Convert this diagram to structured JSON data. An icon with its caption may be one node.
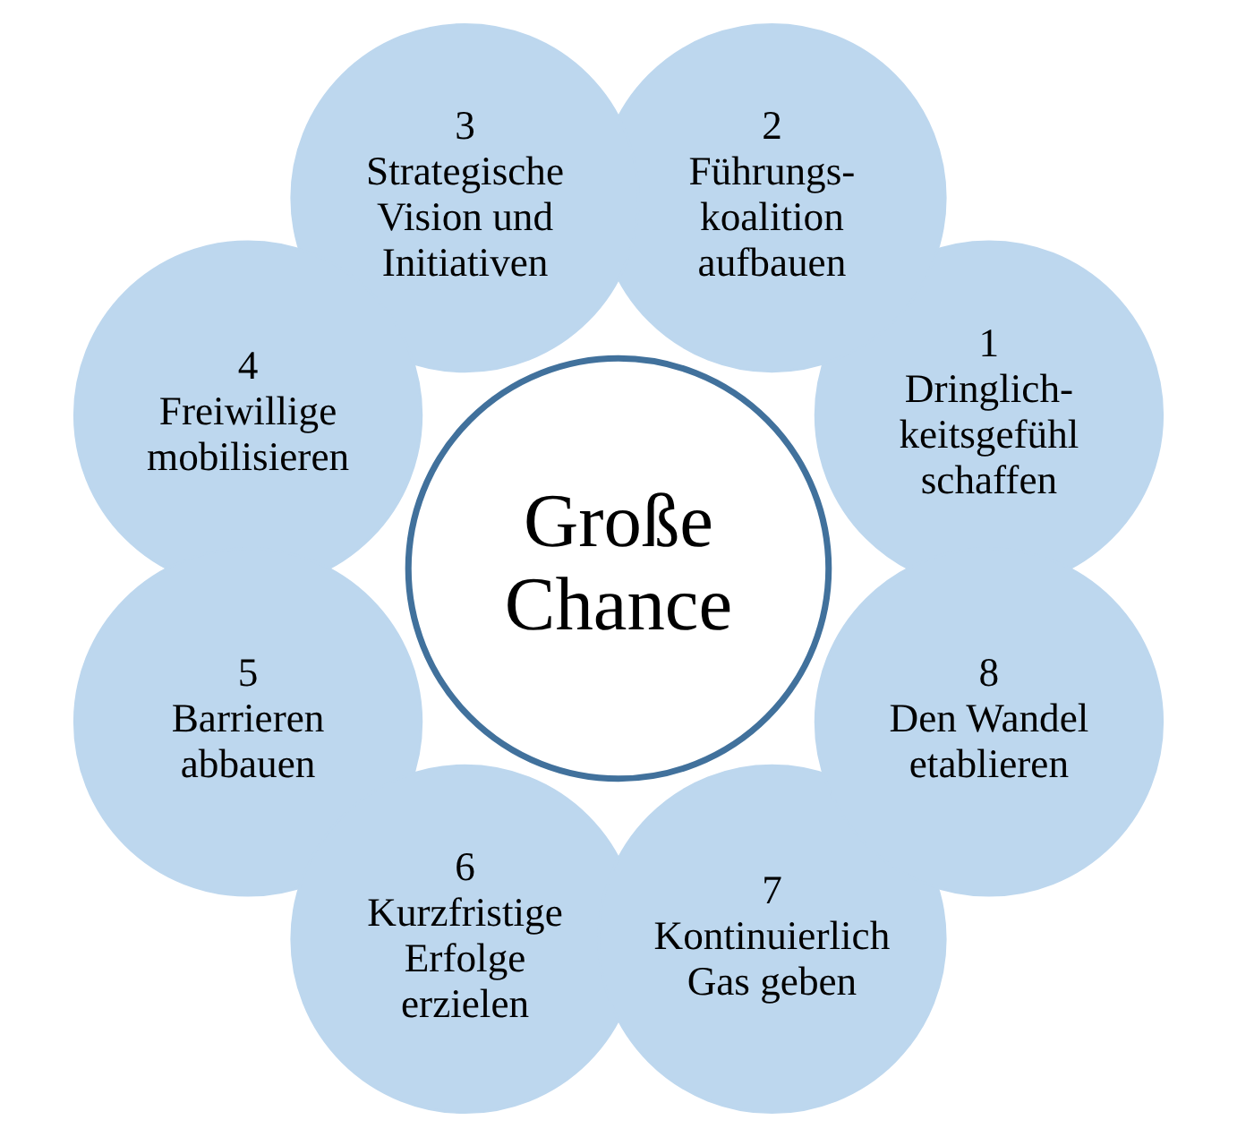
{
  "diagram": {
    "nodes": [
      {
        "text": [
          "Große Chance"
        ]
      },
      {
        "text": [
          "1",
          "Dringlich- keitsgefühl schaffen"
        ]
      },
      {
        "text": [
          "2",
          "Führungs- koalition aufbauen"
        ]
      },
      {
        "text": [
          "3",
          "Strategische Vision und Initiativen"
        ]
      },
      {
        "text": [
          "4",
          "Freiwillige mobilisieren"
        ]
      },
      {
        "text": [
          "5",
          "Barrieren abbauen"
        ]
      },
      {
        "text": [
          "6",
          "Kurzfristige Erfolge erzielen"
        ]
      },
      {
        "text": [
          "7",
          "Kontinuierlich Gas geben"
        ]
      },
      {
        "text": [
          "8",
          "Den Wandel etablieren"
        ]
      }
    ]
  }
}
